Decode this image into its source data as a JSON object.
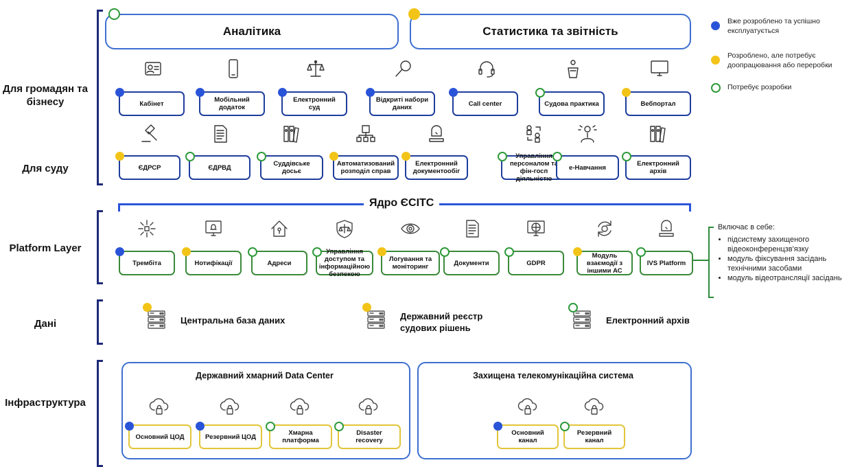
{
  "rows": {
    "citizens": "Для громадян та бізнесу",
    "court": "Для суду",
    "platform": "Platform Layer",
    "data": "Дані",
    "infra": "Інфраструктура"
  },
  "headers": {
    "analytics": "Аналітика",
    "statistics": "Статистика та звітність"
  },
  "legend": {
    "blue": "Вже розроблено та успішно експлуатується",
    "yellow": "Розроблено, але потребує доопрацювання або переробки",
    "green": "Потребує розробки"
  },
  "citizen_modules": [
    {
      "label": "Кабінет",
      "status": "blue",
      "icon": "id-card-icon"
    },
    {
      "label": "Мобільний додаток",
      "status": "blue",
      "icon": "phone-icon"
    },
    {
      "label": "Електронний суд",
      "status": "blue",
      "icon": "scales-icon"
    },
    {
      "label": "Відкриті набори даних",
      "status": "blue",
      "icon": "magnifier-icon"
    },
    {
      "label": "Call center",
      "status": "blue",
      "icon": "headset-icon"
    },
    {
      "label": "Судова практика",
      "status": "green",
      "icon": "podium-icon"
    },
    {
      "label": "Вебпортал",
      "status": "yellow",
      "icon": "monitor-icon"
    }
  ],
  "court_modules": [
    {
      "label": "ЄДРСР",
      "status": "yellow",
      "icon": "gavel-icon"
    },
    {
      "label": "ЄДРВД",
      "status": "green",
      "icon": "document-icon"
    },
    {
      "label": "Суддівське досьє",
      "status": "green",
      "icon": "binders-icon"
    },
    {
      "label": "Автоматизований розподіл справ",
      "status": "yellow",
      "icon": "distribution-icon"
    },
    {
      "label": "Електронний документообіг",
      "status": "yellow",
      "icon": "laptop-icon"
    },
    {
      "label": "Управління персоналом та фін-госп діяльністю",
      "status": "green",
      "icon": "people-icon"
    },
    {
      "label": "е-Навчання",
      "status": "green",
      "icon": "teacher-icon"
    },
    {
      "label": "Електронний архів",
      "status": "green",
      "icon": "binders-icon"
    }
  ],
  "core": {
    "title": "Ядро ЄСІТС",
    "modules": [
      {
        "label": "Трембіта",
        "status": "blue",
        "icon": "network-icon"
      },
      {
        "label": "Нотифікації",
        "status": "yellow",
        "icon": "bell-monitor-icon"
      },
      {
        "label": "Адреси",
        "status": "green",
        "icon": "house-icon"
      },
      {
        "label": "Управління доступом та інформаційною безпекою",
        "status": "green",
        "icon": "shield-icon"
      },
      {
        "label": "Логування та моніторинг",
        "status": "yellow",
        "icon": "eye-icon"
      },
      {
        "label": "Документи",
        "status": "green",
        "icon": "document-icon"
      },
      {
        "label": "GDPR",
        "status": "green",
        "icon": "globe-monitor-icon"
      },
      {
        "label": "Модуль взаємодії з іншими АС",
        "status": "yellow",
        "icon": "cycle-icon"
      },
      {
        "label": "IVS Platform",
        "status": "green",
        "icon": "laptop-icon"
      }
    ]
  },
  "includes": {
    "title": "Включає в себе:",
    "items": [
      "підсистему захищеного відеоконференцзв'язку",
      "модуль фіксування засідань технічними засобами",
      "модуль відеотрансляції засідань"
    ]
  },
  "data_stores": [
    {
      "label": "Центральна база даних",
      "status": "yellow"
    },
    {
      "label": "Державний реєстр судових рішень",
      "status": "yellow"
    },
    {
      "label": "Електронний архів",
      "status": "green"
    }
  ],
  "infrastructure": {
    "datacenter": {
      "title": "Державний хмарний Data Center",
      "items": [
        {
          "label": "Основний ЦОД",
          "status": "blue"
        },
        {
          "label": "Резервний ЦОД",
          "status": "blue"
        },
        {
          "label": "Хмарна платформа",
          "status": "green"
        },
        {
          "label": "Disaster recovery",
          "status": "green"
        }
      ]
    },
    "telecom": {
      "title": "Захищена телекомунікаційна система",
      "items": [
        {
          "label": "Основний канал",
          "status": "blue"
        },
        {
          "label": "Резервний канал",
          "status": "green"
        }
      ]
    }
  },
  "colors": {
    "blue": "#2a54d8",
    "yellow": "#f2c418",
    "green": "#2e9a3a",
    "navy": "#1f3e9c"
  }
}
